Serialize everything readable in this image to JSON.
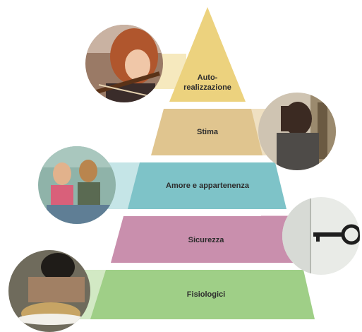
{
  "levels": [
    {
      "label_lines": [
        "Auto-",
        "realizzazione"
      ],
      "color": "#ecd27e",
      "band_color": "#f6e9be"
    },
    {
      "label_lines": [
        "Stima"
      ],
      "color": "#e0c58f",
      "band_color": "#efe0c2"
    },
    {
      "label_lines": [
        "Amore e appartenenza"
      ],
      "color": "#7ec3c8",
      "band_color": "#c5e5e7"
    },
    {
      "label_lines": [
        "Sicurezza"
      ],
      "color": "#c98fad",
      "band_color": "#e8c9d8"
    },
    {
      "label_lines": [
        "Fisiologici"
      ],
      "color": "#9fcf87",
      "band_color": "#d2e9c4"
    }
  ],
  "photos": [
    {
      "subject": "girl-playing-violin",
      "icon": "violin-player-photo"
    },
    {
      "subject": "boy-smiling-at-locker",
      "icon": "smiling-boy-photo"
    },
    {
      "subject": "two-girls-sitting",
      "icon": "friends-photo"
    },
    {
      "subject": "key-in-lock",
      "icon": "key-lock-photo"
    },
    {
      "subject": "hungry-child-with-bowl",
      "icon": "hungry-child-photo"
    }
  ]
}
